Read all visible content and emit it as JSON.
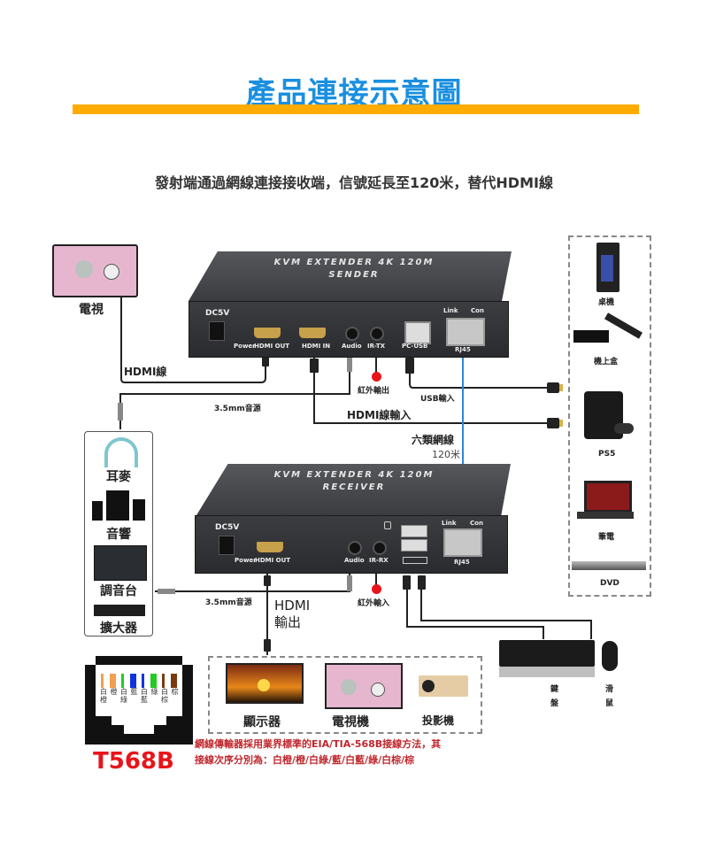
{
  "header": {
    "title": "產品連接示意圖",
    "subtitle": "發射端通過網線連接接收端，信號延長至120米，替代HDMI線"
  },
  "colors": {
    "title_blue": "#1a8fe0",
    "accent_orange": "#ffab00",
    "ethernet_blue": "#2f86d6",
    "ir_red": "#e8141a",
    "note_red": "#c0272d"
  },
  "sender": {
    "model": "KVM EXTENDER 4K 120M",
    "name": "SENDER",
    "ports": {
      "dc": "DC5V",
      "power": "Power",
      "hdmi_out": "HDMI OUT",
      "hdmi_in": "HDMI IN",
      "audio": "Audio",
      "ir": "IR-TX",
      "usb": "PC-USB",
      "rj45": "RJ45",
      "link": "Link",
      "con": "Con"
    }
  },
  "receiver": {
    "model": "KVM EXTENDER 4K 120M",
    "name": "RECEIVER",
    "ports": {
      "dc": "DC5V",
      "power": "Power",
      "hdmi_out": "HDMI OUT",
      "audio": "Audio",
      "ir": "IR-RX",
      "rj45": "RJ45",
      "link": "Link",
      "con": "Con"
    }
  },
  "cables": {
    "hdmi_cable": "HDMI線",
    "audio_top": "3.5mm音源",
    "ir_out": "紅外輸出",
    "usb_in": "USB輸入",
    "hdmi_in": "HDMI線輸入",
    "cat6": "六類網線",
    "cat6_length": "120米",
    "audio_bottom": "3.5mm音源",
    "hdmi_out_1": "HDMI",
    "hdmi_out_2": "輸出",
    "ir_in": "紅外輸入"
  },
  "tv_top": {
    "label": "電視"
  },
  "sources": [
    {
      "label": "桌機"
    },
    {
      "label": "機上盒"
    },
    {
      "label": "PS5"
    },
    {
      "label": "筆電"
    },
    {
      "label": "DVD"
    }
  ],
  "audio_devices": [
    {
      "label": "耳麥"
    },
    {
      "label": "音響"
    },
    {
      "label": "調音台"
    },
    {
      "label": "擴大器"
    }
  ],
  "displays": [
    {
      "label": "顯示器"
    },
    {
      "label": "電視機"
    },
    {
      "label": "投影機"
    }
  ],
  "peripherals": {
    "keyboard": [
      "鍵",
      "盤"
    ],
    "mouse": [
      "滑",
      "鼠"
    ]
  },
  "t568b": {
    "title": "T568B",
    "pins": [
      {
        "label": "白橙",
        "color": "#f0a050",
        "striped": true
      },
      {
        "label": "橙",
        "color": "#f0a050",
        "striped": false
      },
      {
        "label": "白綠",
        "color": "#22cc22",
        "striped": true
      },
      {
        "label": "藍",
        "color": "#1133dd",
        "striped": false
      },
      {
        "label": "白藍",
        "color": "#1133dd",
        "striped": true
      },
      {
        "label": "綠",
        "color": "#22cc22",
        "striped": false
      },
      {
        "label": "白棕",
        "color": "#7a3a10",
        "striped": true
      },
      {
        "label": "棕",
        "color": "#7a3a10",
        "striped": false
      }
    ],
    "note_line1": "網線傳輸器採用業界標準的EIA/TIA-568B接線方法，其",
    "note_line2": "接線次序分別為：白橙/橙/白綠/藍/白藍/綠/白棕/棕"
  }
}
